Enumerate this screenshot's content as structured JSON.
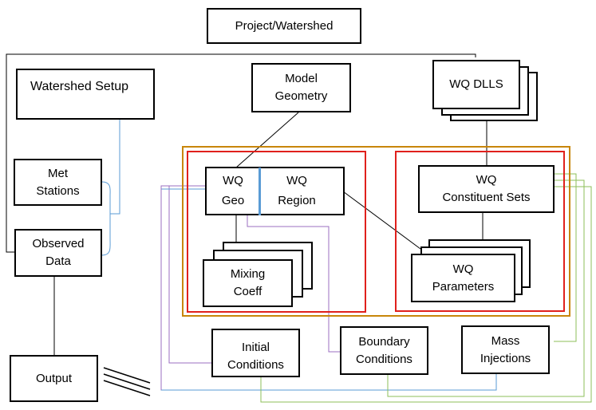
{
  "boxes": {
    "project": "Project/Watershed",
    "watershed_setup": "Watershed Setup",
    "model_geometry_1": "Model",
    "model_geometry_2": "Geometry",
    "wq_dlls": "WQ DLLS",
    "met_stations_1": "Met",
    "met_stations_2": "Stations",
    "observed_data_1": "Observed",
    "observed_data_2": "Data",
    "output": "Output",
    "wq_geo_1": "WQ",
    "wq_geo_2": "Geo",
    "wq_region_1": "WQ",
    "wq_region_2": "Region",
    "wq_constituent_1": "WQ",
    "wq_constituent_2": "Constituent Sets",
    "mixing_coeff_1": "Mixing",
    "mixing_coeff_2": "Coeff",
    "wq_parameters_1": "WQ",
    "wq_parameters_2": "Parameters",
    "initial_conditions_1": "Initial",
    "initial_conditions_2": "Conditions",
    "boundary_conditions_1": "Boundary",
    "boundary_conditions_2": "Conditions",
    "mass_injections_1": "Mass",
    "mass_injections_2": "Injections"
  },
  "colors": {
    "outer_frame": "#c8860a",
    "inner_frame": "#e0201c",
    "blue_connector": "#5a9bd5",
    "purple_connector": "#9b6fc0",
    "green_connector": "#8cbf5a",
    "line": "#000000"
  }
}
